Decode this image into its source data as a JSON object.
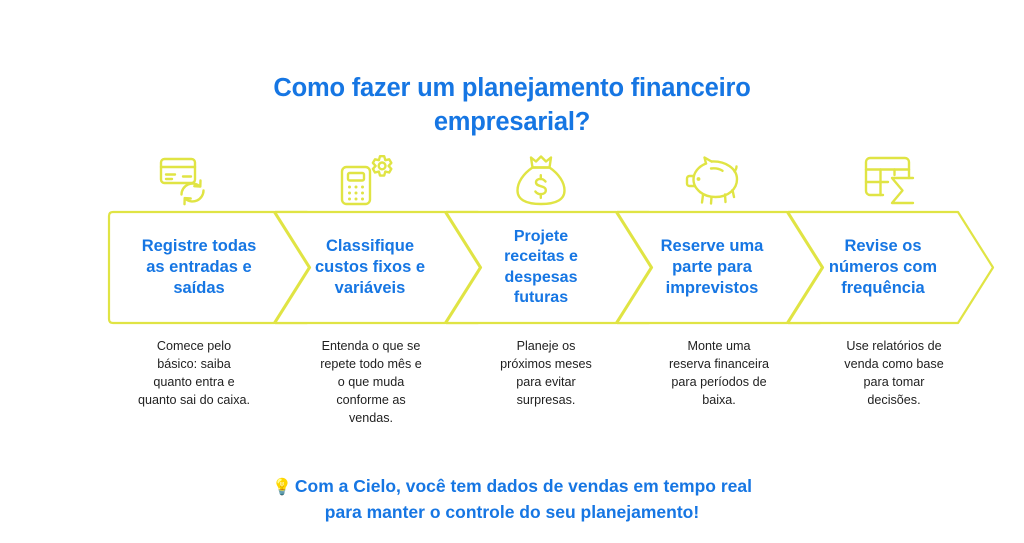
{
  "colors": {
    "blue": "#1676e3",
    "lime": "#e0e444",
    "body_text": "#1f1f1f",
    "background": "#ffffff"
  },
  "title": {
    "line1": "Como fazer um planejamento financeiro",
    "line2": "empresarial?"
  },
  "steps": [
    {
      "icon": "credit-card-refresh-icon",
      "label": "Registre todas\nas entradas e\nsaídas",
      "description": "Comece pelo\nbásico: saiba\nquanto entra e\nquanto sai do caixa."
    },
    {
      "icon": "calculator-gear-icon",
      "label": "Classifique\ncustos fixos e\nvariáveis",
      "description": "Entenda o que se\nrepete todo mês e\no que muda\nconforme as\nvendas."
    },
    {
      "icon": "money-bag-icon",
      "label": "Projete\nreceitas e\ndespesas\nfuturas",
      "description": "Planeje os\npróximos meses\npara evitar\nsurpresas."
    },
    {
      "icon": "piggy-bank-icon",
      "label": "Reserve uma\nparte para\nimprevistos",
      "description": "Monte uma\nreserva financeira\npara períodos de\nbaixa."
    },
    {
      "icon": "spreadsheet-sigma-icon",
      "label": "Revise os\nnúmeros com\nfrequência",
      "description": "Use relatórios de\nvenda como base\npara tomar\ndecisões."
    }
  ],
  "footer": {
    "bulb": "💡",
    "line1": "Com a Cielo, você tem dados de vendas em tempo real",
    "line2": "para manter o controle do seu planejamento!"
  }
}
